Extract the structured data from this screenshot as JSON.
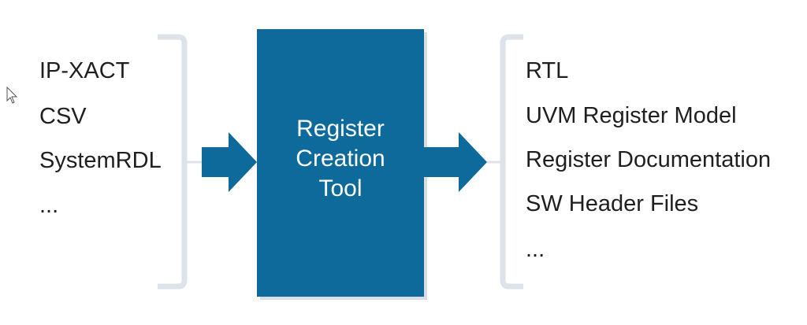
{
  "inputs": {
    "items": [
      "IP-XACT",
      "CSV",
      "SystemRDL",
      "..."
    ]
  },
  "tool": {
    "lines": [
      "Register",
      "Creation",
      "Tool"
    ]
  },
  "outputs": {
    "items": [
      "RTL",
      "UVM Register Model",
      "Register Documentation",
      "SW Header Files",
      "..."
    ]
  },
  "colors": {
    "box": "#0e6a9a",
    "arrow": "#0e6a9a",
    "bracket": "#dde3e8",
    "text": "#1f1f1f"
  },
  "icons": {
    "cursor": "mouse-pointer-icon"
  }
}
